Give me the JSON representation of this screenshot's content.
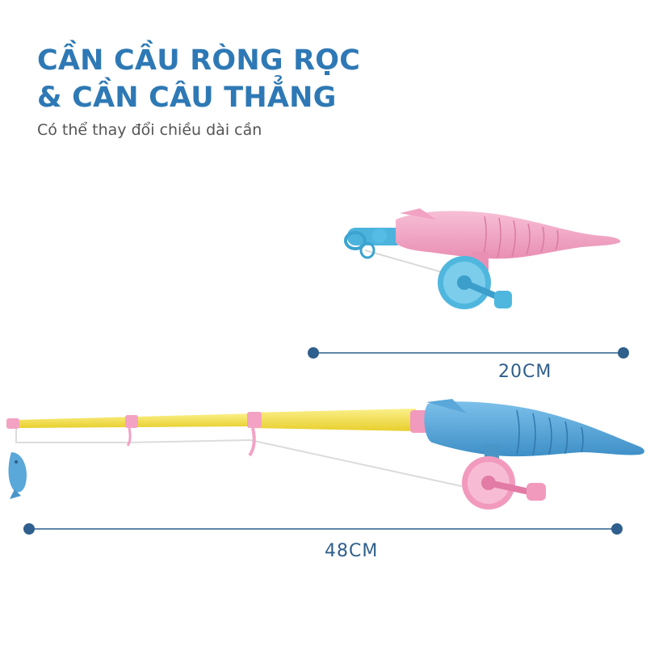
{
  "heading": {
    "line1": "CẦN CẦU RÒNG RỌC",
    "line2": "& CẦN CÂU THẲNG",
    "subtitle": "Có thể thay đổi chiều dài cần"
  },
  "measurements": {
    "short_rod": "20CM",
    "long_rod": "48CM"
  },
  "colors": {
    "title": "#2e79b5",
    "measure_line": "#2f5f8c",
    "short_rod_body": "#f2a2c3",
    "short_rod_reel": "#4fb7de",
    "long_rod_body": "#5aa7d9",
    "long_rod_shaft": "#f3e24a",
    "long_rod_reel": "#f19abd"
  },
  "icons": {
    "short_rod": "pink-fishing-rod-illustration",
    "long_rod": "blue-yellow-fishing-rod-illustration",
    "toy_fish": "toy-fish-lure"
  }
}
